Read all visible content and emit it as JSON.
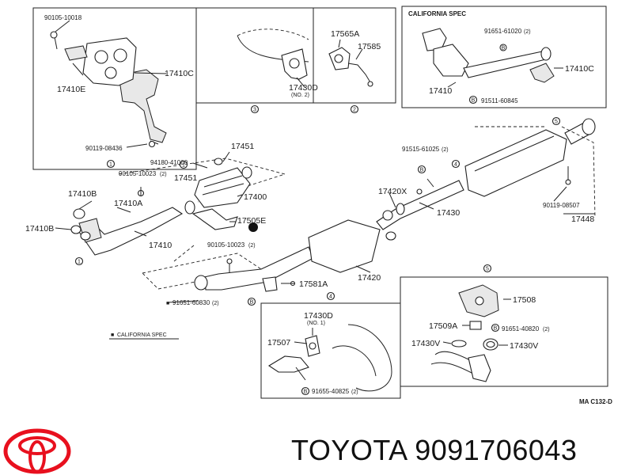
{
  "brand": {
    "title": "TOYOTA 9091706043"
  },
  "refs": {
    "ref1": "1",
    "ref2": "2",
    "ref3": "3",
    "ref4": "4",
    "ref5": "5"
  },
  "labels": {
    "p90105_10018": "90105-10018",
    "p17410C_top": "17410C",
    "p17410E": "17410E",
    "p90119_08436": "90119-08436",
    "p17565A": "17565A",
    "p17585": "17585",
    "p17430D_top": "17430D",
    "p17430D_top_sub": "(NO. 2)",
    "california_spec_title": "CALIFORNIA SPEC",
    "p91651_61020": "91651-61020",
    "p91651_61020_qty": "(2)",
    "p17410C_ca": "17410C",
    "p17410_ca": "17410",
    "p91511_60845": "91511-60845",
    "p17451_top": "17451",
    "p94180_41000": "94180-41000",
    "p90105_10023_a": "90105-10023",
    "p90105_10023_a_qty": "(2)",
    "p17451_mid": "17451",
    "p17400": "17400",
    "p17410B": "17410B",
    "p17410A": "17410A",
    "p17410B_low": "17410B",
    "p17410": "17410",
    "p17505E": "17505E",
    "p90105_10023_b": "90105-10023",
    "p90105_10023_b_qty": "(2)",
    "p91515_61025": "91515-61025",
    "p91515_61025_qty": "(2)",
    "p17420X": "17420X",
    "p17430": "17430",
    "p90119_08507": "90119-08507",
    "p17448": "17448",
    "p17420": "17420",
    "p17581A": "17581A",
    "p91651_60830": "91651-60830",
    "p91651_60830_qty": "(2)",
    "california_spec_note": "CALIFORNIA SPEC",
    "p17430D_low": "17430D",
    "p17430D_low_sub": "(NO. 1)",
    "p17507": "17507",
    "p91655_40825": "91655-40825",
    "p91655_40825_qty": "(2)",
    "p17508": "17508",
    "p17509A": "17509A",
    "p91651_40820": "91651-40820",
    "p91651_40820_qty": "(2)",
    "p17430V_a": "17430V",
    "p17430V_b": "17430V",
    "diagram_code": "MA C132-D"
  },
  "colors": {
    "logo_red": "#e8101e",
    "line": "#222222"
  }
}
